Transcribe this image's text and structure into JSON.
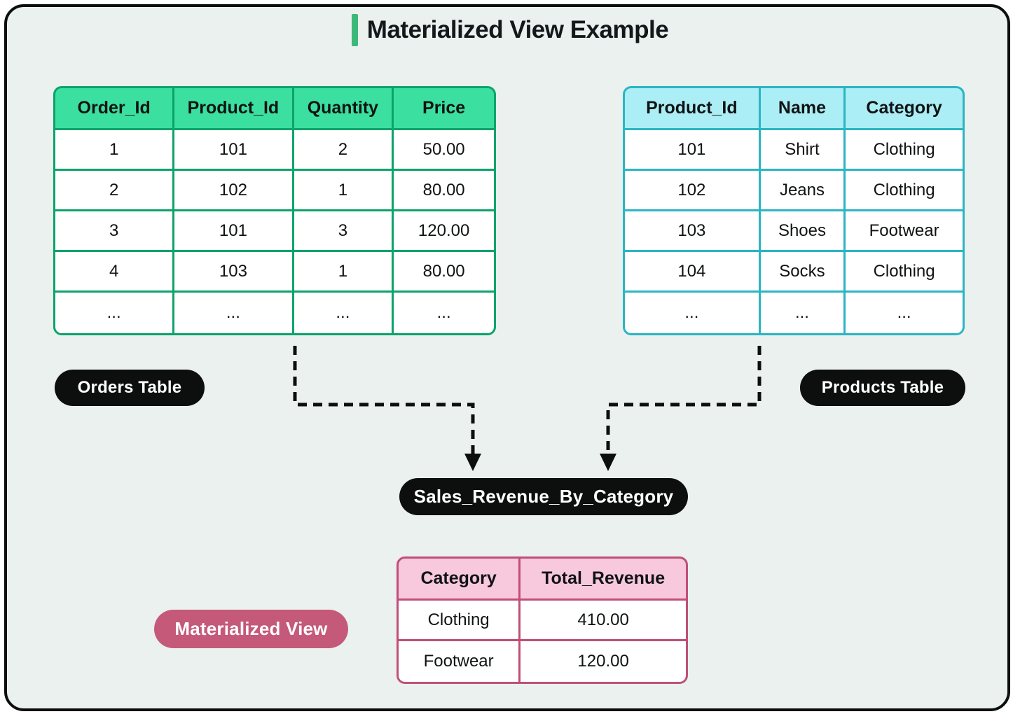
{
  "title": {
    "text": "Materialized View Example"
  },
  "colors": {
    "canvas_bg": "#eaf1ee",
    "accent_green": "#3cb878",
    "pill_black": "#0d0f0e",
    "pill_pink": "#c4597a",
    "connector_black": "#0d0f0e"
  },
  "orders_table": {
    "label": "Orders Table",
    "columns": [
      "Order_Id",
      "Product_Id",
      "Quantity",
      "Price"
    ],
    "rows": [
      [
        "1",
        "101",
        "2",
        "50.00"
      ],
      [
        "2",
        "102",
        "1",
        "80.00"
      ],
      [
        "3",
        "101",
        "3",
        "120.00"
      ],
      [
        "4",
        "103",
        "1",
        "80.00"
      ],
      [
        "...",
        "...",
        "...",
        "..."
      ]
    ],
    "theme": {
      "header_bg": "#3be0a0",
      "border": "#0ca36b"
    }
  },
  "products_table": {
    "label": "Products Table",
    "columns": [
      "Product_Id",
      "Name",
      "Category"
    ],
    "rows": [
      [
        "101",
        "Shirt",
        "Clothing"
      ],
      [
        "102",
        "Jeans",
        "Clothing"
      ],
      [
        "103",
        "Shoes",
        "Footwear"
      ],
      [
        "104",
        "Socks",
        "Clothing"
      ],
      [
        "...",
        "...",
        "..."
      ]
    ],
    "theme": {
      "header_bg": "#aceef6",
      "border": "#2ab5c3"
    }
  },
  "materialized_view": {
    "view_name": "Sales_Revenue_By_Category",
    "pill_label": "Materialized View",
    "columns": [
      "Category",
      "Total_Revenue"
    ],
    "rows": [
      [
        "Clothing",
        "410.00"
      ],
      [
        "Footwear",
        "120.00"
      ]
    ],
    "theme": {
      "header_bg": "#f8c8dc",
      "border": "#c04f78"
    }
  }
}
